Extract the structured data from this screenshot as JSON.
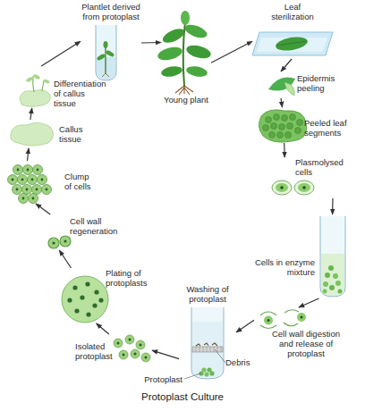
{
  "diagram": {
    "caption": "Protoplast Culture",
    "nodes": [
      {
        "text": [
          "Plantlet derived from protoplast"
        ]
      },
      {
        "text": [
          "Young plant"
        ]
      },
      {
        "text": [
          "Leaf sterilization"
        ]
      },
      {
        "text": [
          "Epidermis peeling"
        ]
      },
      {
        "text": [
          "Peeled leaf segments"
        ]
      },
      {
        "text": [
          "Plasmolysed cells"
        ]
      },
      {
        "text": [
          "Cells in enzyme mixture"
        ]
      },
      {
        "text": [
          "Cell wall digestion and release of protoplast"
        ]
      },
      {
        "text": [
          "Washing of protoplast"
        ]
      },
      {
        "text": [
          "Isolated protoplast"
        ]
      },
      {
        "text": [
          "Plating of protoplasts"
        ]
      },
      {
        "text": [
          "Cell wall regeneration"
        ]
      },
      {
        "text": [
          "Clump of cells"
        ]
      },
      {
        "text": [
          "Callus tissue"
        ]
      },
      {
        "text": [
          "Differentiation of callus tissue"
        ]
      }
    ],
    "edges": [
      {
        "from": 0,
        "to": 1,
        "arrow": "to"
      },
      {
        "from": 1,
        "to": 2,
        "arrow": "to"
      },
      {
        "from": 2,
        "to": 3,
        "arrow": "to"
      },
      {
        "from": 3,
        "to": 4,
        "arrow": "to"
      },
      {
        "from": 4,
        "to": 5,
        "arrow": "to"
      },
      {
        "from": 5,
        "to": 6,
        "arrow": "to"
      },
      {
        "from": 6,
        "to": 7,
        "arrow": "to"
      },
      {
        "from": 7,
        "to": 8,
        "arrow": "to"
      },
      {
        "from": 8,
        "to": 9,
        "arrow": "to"
      },
      {
        "from": 9,
        "to": 10,
        "arrow": "to"
      },
      {
        "from": 10,
        "to": 11,
        "arrow": "to"
      },
      {
        "from": 11,
        "to": 12,
        "arrow": "to"
      },
      {
        "from": 12,
        "to": 13,
        "arrow": "to"
      },
      {
        "from": 13,
        "to": 14,
        "arrow": "to"
      },
      {
        "from": 14,
        "to": 0,
        "arrow": "to"
      }
    ],
    "labels": [
      "Debris",
      "Protoplast"
    ]
  }
}
